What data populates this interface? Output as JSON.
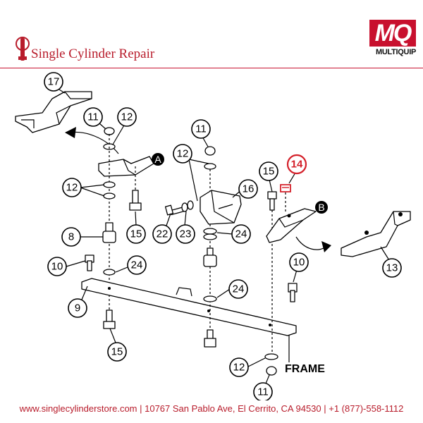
{
  "header": {
    "brand": "Single Cylinder Repair",
    "brand_color": "#b81c2b",
    "manufacturer_logo": "MQ",
    "manufacturer_name": "MULTIQUIP",
    "manufacturer_color": "#c8102e"
  },
  "diagram": {
    "frame_label": "FRAME",
    "ref_labels": [
      "A",
      "B"
    ],
    "highlight_color": "#d4202a",
    "callouts": [
      "17",
      "11",
      "12",
      "11",
      "12",
      "12",
      "16",
      "15",
      "14",
      "12",
      "15",
      "8",
      "22",
      "23",
      "24",
      "10",
      "24",
      "9",
      "24",
      "10",
      "13",
      "15",
      "12",
      "11"
    ],
    "highlighted_callout": "14"
  },
  "footer": {
    "text": "www.singlecylinderstore.com  |  10767 San Pablo Ave, El Cerrito, CA 94530  |  +1 (877)-558-1112"
  }
}
